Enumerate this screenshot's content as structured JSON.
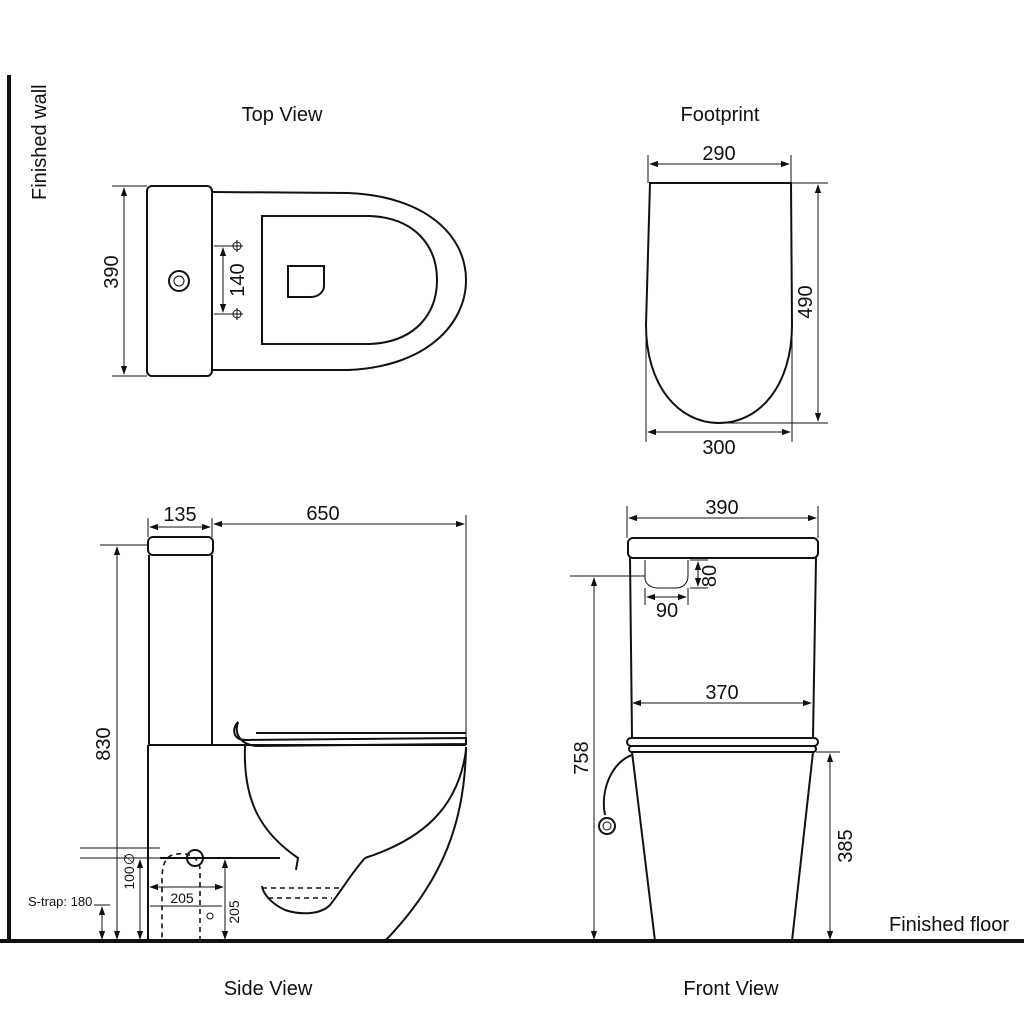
{
  "labels": {
    "finished_wall": "Finished wall",
    "finished_floor": "Finished floor",
    "top_view": "Top View",
    "footprint": "Footprint",
    "side_view": "Side View",
    "front_view": "Front View",
    "s_trap": "S-trap: 180"
  },
  "top_view": {
    "depth": "390",
    "fixing_spacing": "140"
  },
  "footprint": {
    "top_width": "290",
    "depth": "490",
    "bottom_width": "300"
  },
  "side_view": {
    "cistern_depth": "135",
    "pan_length": "650",
    "height": "830",
    "inlet_height": "100",
    "inlet_symbol": "∅",
    "outlet_offset_h": "205",
    "outlet_offset_v": "205"
  },
  "front_view": {
    "width": "390",
    "inlet_depth": "80",
    "inlet_offset": "90",
    "tank_base_width": "370",
    "inlet_height": "758",
    "pan_height": "385"
  },
  "colors": {
    "line": "#111111",
    "background": "#ffffff"
  }
}
